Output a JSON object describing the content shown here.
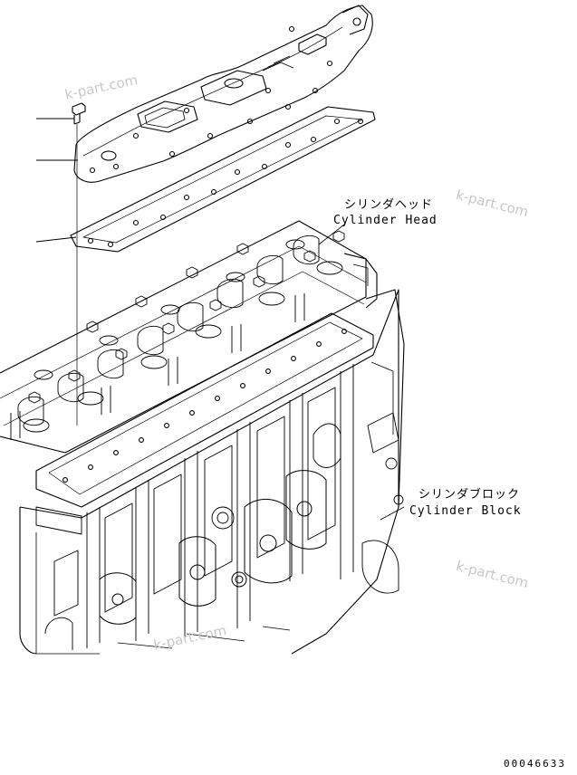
{
  "labels": {
    "cylinder_head_jp": "シリンダヘッド",
    "cylinder_head_en": "Cylinder Head",
    "cylinder_block_jp": "シリンダブロック",
    "cylinder_block_en": "Cylinder Block"
  },
  "watermarks": [
    "k-part.com",
    "k-part.com",
    "k-part.com",
    "k-part.com"
  ],
  "document_number": "00046633",
  "colors": {
    "line": "#000000",
    "watermark": "#c8c8c8",
    "background": "#ffffff"
  }
}
